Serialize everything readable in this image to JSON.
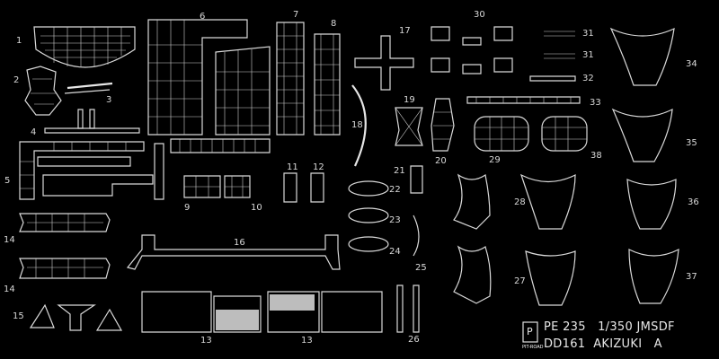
{
  "fret": {
    "part_numbers": [
      "1",
      "2",
      "3",
      "4",
      "5",
      "6",
      "7",
      "8",
      "9",
      "10",
      "11",
      "12",
      "13",
      "13",
      "14",
      "14",
      "15",
      "16",
      "17",
      "18",
      "19",
      "20",
      "21",
      "22",
      "23",
      "24",
      "25",
      "26",
      "27",
      "28",
      "29",
      "30",
      "31",
      "31",
      "32",
      "33",
      "34",
      "35",
      "36",
      "37",
      "38"
    ],
    "brand": {
      "logo_letters": "PIT-ROAD",
      "line1": "PE 235   1/350 JMSDF",
      "line2": "DD161  AKIZUKI   A"
    }
  }
}
